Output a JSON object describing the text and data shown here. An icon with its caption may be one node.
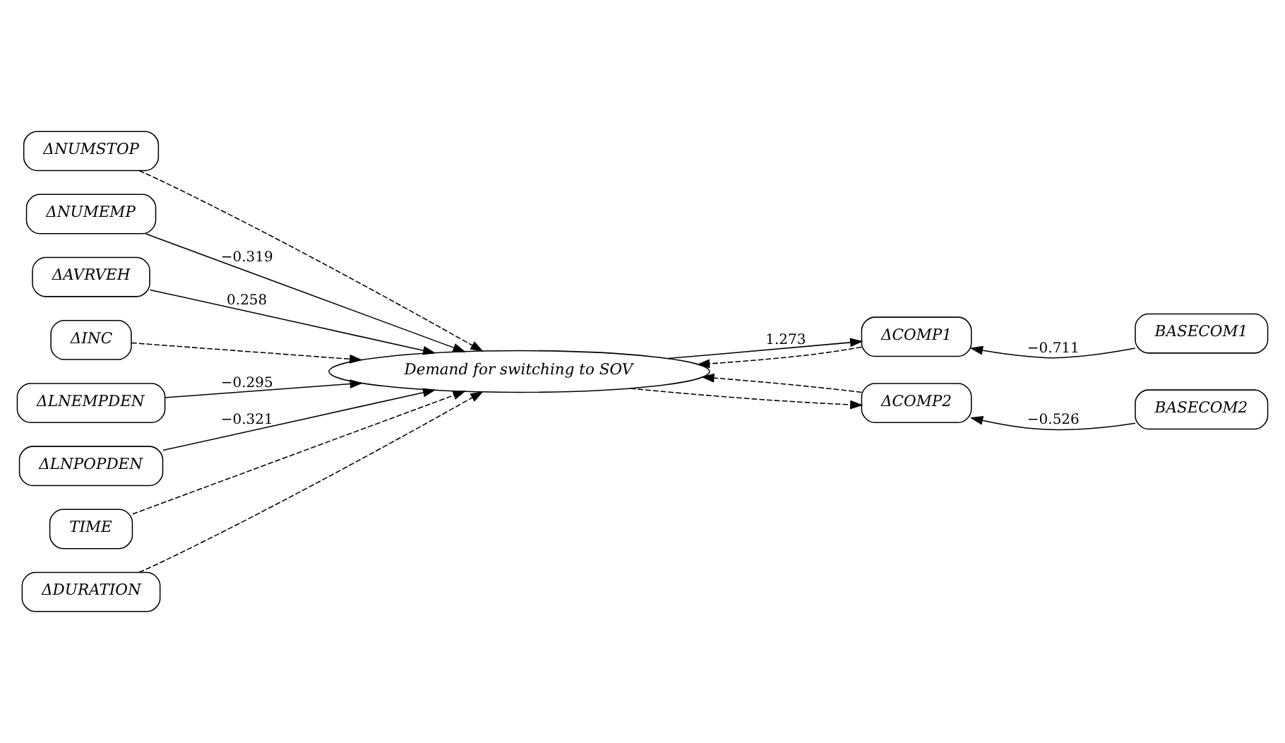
{
  "diagram": {
    "nodes": [
      {
        "text": [
          "ΔNUMSTOP"
        ]
      },
      {
        "text": [
          "ΔNUMEMP"
        ]
      },
      {
        "text": [
          "ΔAVRVEH"
        ]
      },
      {
        "text": [
          "ΔINC"
        ]
      },
      {
        "text": [
          "ΔLNEMPDEN"
        ]
      },
      {
        "text": [
          "ΔLNPOPDEN"
        ]
      },
      {
        "text": [
          "TIME"
        ]
      },
      {
        "text": [
          "ΔDURATION"
        ]
      },
      {
        "text": [
          "Demand for switching to SOV"
        ]
      },
      {
        "text": [
          "ΔCOMP1"
        ]
      },
      {
        "text": [
          "BASECOM1"
        ]
      },
      {
        "text": [
          "ΔCOMP2"
        ]
      },
      {
        "text": [
          "BASECOM2"
        ]
      }
    ],
    "edges": [
      {
        "from": 0,
        "to": 8,
        "arrow": "to",
        "style": "dashed"
      },
      {
        "from": 1,
        "to": 8,
        "arrow": "to",
        "label": "−0.319"
      },
      {
        "from": 2,
        "to": 8,
        "arrow": "to",
        "label": "0.258"
      },
      {
        "from": 3,
        "to": 8,
        "arrow": "to",
        "style": "dashed"
      },
      {
        "from": 4,
        "to": 8,
        "arrow": "to",
        "label": "−0.295"
      },
      {
        "from": 5,
        "to": 8,
        "arrow": "to",
        "label": "−0.321"
      },
      {
        "from": 6,
        "to": 8,
        "arrow": "to",
        "style": "dashed"
      },
      {
        "from": 7,
        "to": 8,
        "arrow": "to",
        "style": "dashed"
      },
      {
        "from": 8,
        "to": 9,
        "arrow": "to",
        "label": "1.273"
      },
      {
        "from": 9,
        "to": 8,
        "arrow": "to",
        "style": "dashed"
      },
      {
        "from": 10,
        "to": 9,
        "arrow": "to",
        "label": "−0.711"
      },
      {
        "from": 8,
        "to": 11,
        "arrow": "to",
        "style": "dashed"
      },
      {
        "from": 11,
        "to": 8,
        "arrow": "to",
        "style": "dashed"
      },
      {
        "from": 12,
        "to": 11,
        "arrow": "to",
        "label": "−0.526"
      }
    ]
  }
}
